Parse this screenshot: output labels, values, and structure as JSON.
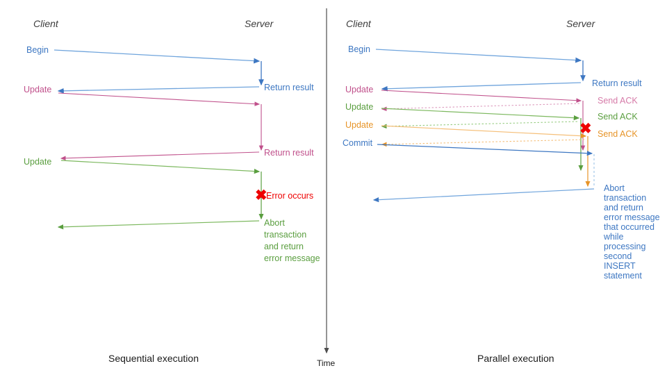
{
  "figure": {
    "background": "#ffffff",
    "time_axis": {
      "label": "Time",
      "color": "#4d4d4d"
    },
    "palette": {
      "blue": "#3d77c2",
      "blue_light": "#6fa4dc",
      "pink": "#c0508b",
      "pink_light": "#dd9cbe",
      "green": "#5a9e3f",
      "green_light": "#96cc80",
      "orange": "#e79428",
      "orange_light": "#f5bf79",
      "red": "#ee0000",
      "dark_text": "#1a1a1a",
      "actor_text": "#3c3c3c"
    }
  },
  "panels": [
    {
      "id": "sequential",
      "caption": "Sequential execution",
      "actors": {
        "client": "Client",
        "server": "Server"
      },
      "client_messages": [
        {
          "label": "Begin",
          "color": "blue"
        },
        {
          "label": "Update",
          "color": "pink"
        },
        {
          "label": "Update",
          "color": "green"
        }
      ],
      "server_messages": [
        {
          "label": "Return result",
          "color": "blue"
        },
        {
          "label": "Return result",
          "color": "pink"
        },
        {
          "label": "Abort transaction and return error message",
          "color": "green"
        }
      ],
      "annotations": [
        {
          "label": "Error occurs",
          "color": "red",
          "marker": "x-mark"
        }
      ]
    },
    {
      "id": "parallel",
      "caption": "Parallel execution",
      "actors": {
        "client": "Client",
        "server": "Server"
      },
      "client_messages": [
        {
          "label": "Begin",
          "color": "blue"
        },
        {
          "label": "Update",
          "color": "pink"
        },
        {
          "label": "Update",
          "color": "green"
        },
        {
          "label": "Update",
          "color": "orange"
        },
        {
          "label": "Commit",
          "color": "blue"
        }
      ],
      "server_messages": [
        {
          "label": "Return result",
          "color": "blue"
        },
        {
          "label": "Send ACK",
          "color": "pink"
        },
        {
          "label": "Send ACK",
          "color": "green"
        },
        {
          "label": "Send ACK",
          "color": "orange"
        },
        {
          "label": "Abort transaction and return error message that occurred while processing second INSERT statement",
          "color": "blue"
        }
      ],
      "annotations": [
        {
          "label": "",
          "color": "red",
          "marker": "x-mark"
        }
      ]
    }
  ],
  "text_blocks": {
    "left_abort_lines": [
      "Abort",
      "transaction",
      "and return",
      "error message"
    ],
    "right_abort_lines": [
      "Abort",
      "transaction",
      "and return",
      "error message",
      "that occurred",
      "while",
      "processing",
      "second",
      "INSERT",
      "statement"
    ]
  }
}
